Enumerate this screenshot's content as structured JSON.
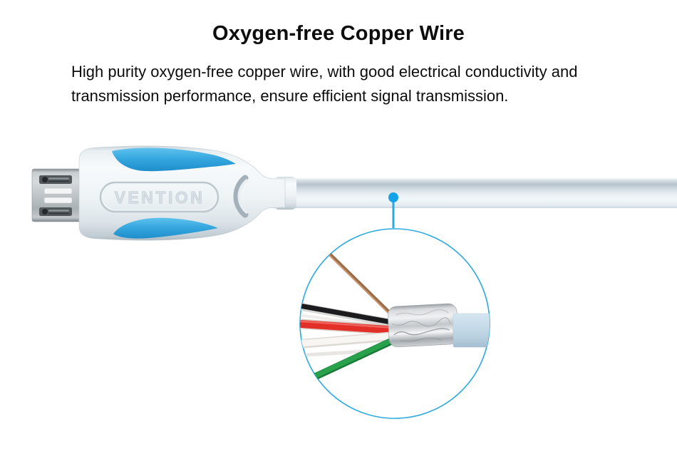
{
  "header": {
    "title": "Oxygen-free Copper Wire"
  },
  "description": {
    "line1": "High purity oxygen-free copper wire, with good electrical conductivity and",
    "line2": "transmission performance, ensure efficient signal transmission."
  },
  "product": {
    "brand_label": "VENTION",
    "connector": "micro-usb-plug",
    "colors": {
      "accent_blue": "#2f9fd6",
      "callout_dot_blue": "#14a3e6",
      "callout_line_blue": "#29a9e0",
      "circle_stroke_blue": "#2aa9e0",
      "cable_body_light": "#e9f0f4",
      "connector_body_light": "#eef2f5",
      "metal_tip_grey": "#b5bcc0"
    },
    "magnifier": {
      "wires": [
        {
          "name": "copper-shield-wire",
          "color": "#9c6b47"
        },
        {
          "name": "black-wire",
          "color": "#1c1c1e"
        },
        {
          "name": "red-wire",
          "color": "#e23028"
        },
        {
          "name": "white-wire",
          "color": "#f8f6f3"
        },
        {
          "name": "green-wire",
          "color": "#28a14c"
        }
      ],
      "shield_color": "#c6cacd",
      "jacket_color": "#c6dae8"
    }
  }
}
